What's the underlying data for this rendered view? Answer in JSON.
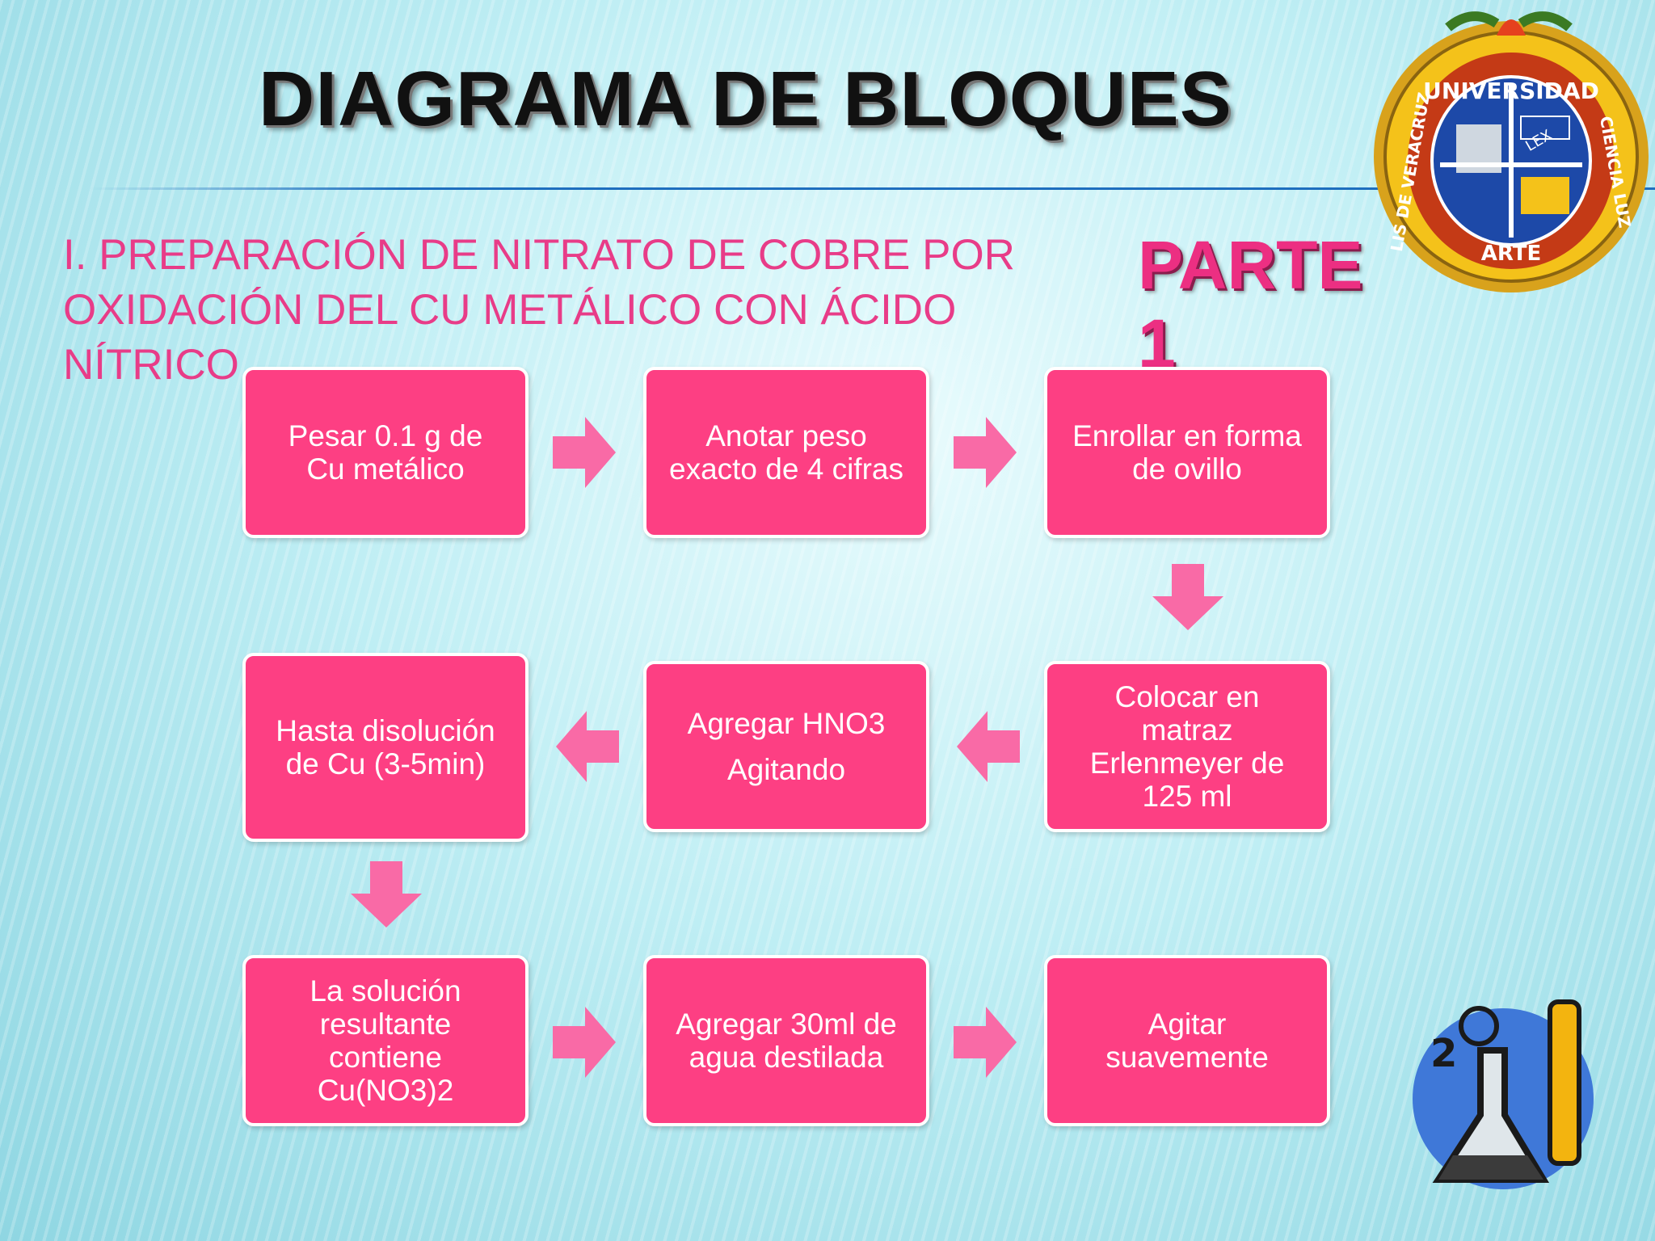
{
  "slide": {
    "title": "DIAGRAMA DE BLOQUES",
    "subtitle": "I. PREPARACIÓN DE NITRATO DE COBRE POR OXIDACIÓN DEL CU METÁLICO CON ÁCIDO NÍTRICO",
    "badge": "PARTE 1"
  },
  "logo": {
    "top_text": "UNIVERSIDAD",
    "left_text": "LIS DE VERACRUZ",
    "bottom_text": "ARTE",
    "right_text": "CIENCIA LUZ",
    "motto": "LEX"
  },
  "chem_icon": {
    "number": "2"
  },
  "steps": [
    {
      "lines": [
        "Pesar 0.1 g de",
        "Cu metálico"
      ]
    },
    {
      "lines": [
        "Anotar peso",
        "exacto de 4 cifras"
      ]
    },
    {
      "lines": [
        "Enrollar en forma",
        "de ovillo"
      ]
    },
    {
      "lines": [
        "Colocar en",
        "matraz",
        "Erlenmeyer de",
        "125 ml"
      ]
    },
    {
      "lines": [
        "Agregar HNO3",
        "Agitando"
      ]
    },
    {
      "lines": [
        "Hasta disolución",
        "de Cu (3-5min)"
      ]
    },
    {
      "lines": [
        "La solución",
        "resultante",
        "contiene",
        "Cu(NO3)2"
      ]
    },
    {
      "lines": [
        "Agregar 30ml de",
        "agua destilada"
      ]
    },
    {
      "lines": [
        "Agitar",
        "suavemente"
      ]
    }
  ],
  "colors": {
    "box_fill": "#fd3f83",
    "arrow_fill": "#f96aa6",
    "subtitle": "#e83c88",
    "badge": "#ec2f82"
  }
}
